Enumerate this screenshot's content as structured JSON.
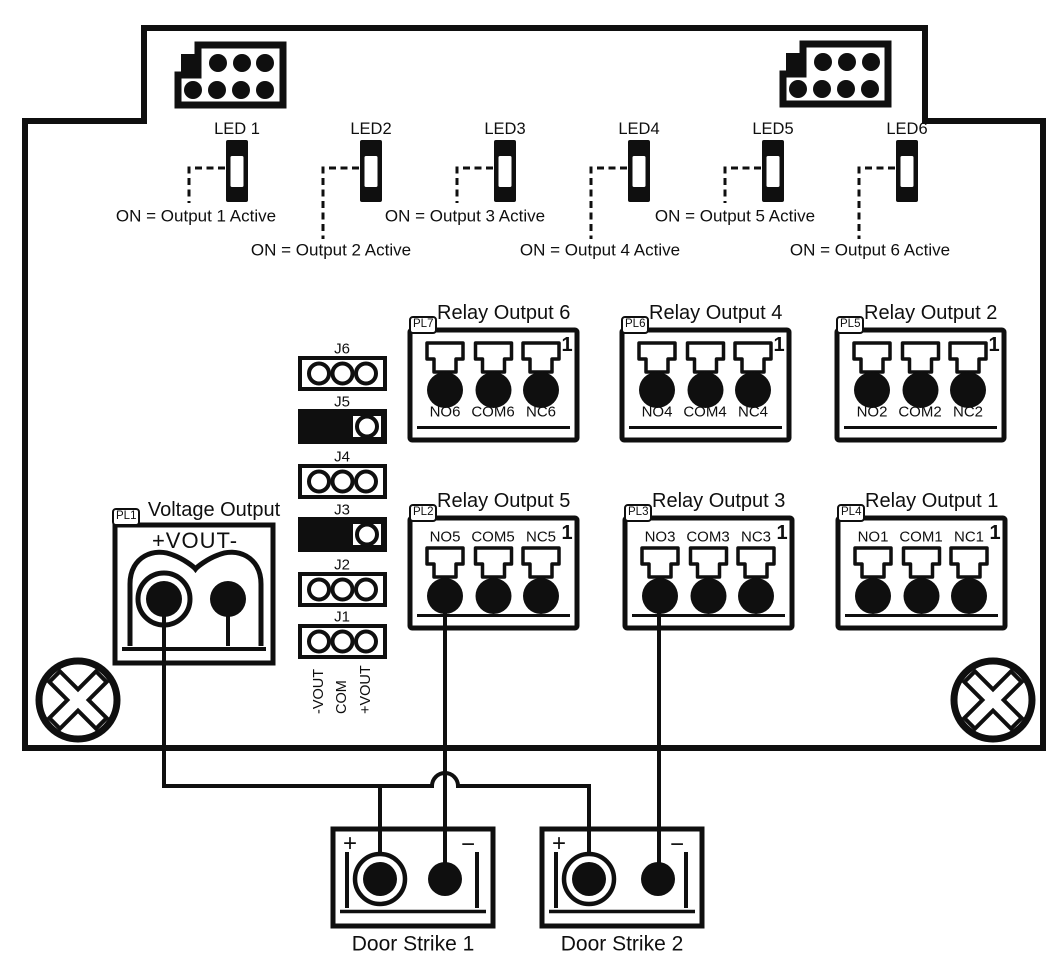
{
  "board": {
    "connectors": [
      {
        "name": "left-header",
        "pins": 7
      },
      {
        "name": "right-header",
        "pins": 7
      }
    ],
    "leds": [
      {
        "label": "LED 1",
        "note": "ON = Output 1 Active"
      },
      {
        "label": "LED2",
        "note": "ON = Output 2 Active"
      },
      {
        "label": "LED3",
        "note": "ON = Output 3 Active"
      },
      {
        "label": "LED4",
        "note": "ON = Output 4 Active"
      },
      {
        "label": "LED5",
        "note": "ON = Output 5 Active"
      },
      {
        "label": "LED6",
        "note": "ON = Output 6 Active"
      }
    ],
    "jumpers": [
      {
        "label": "J6",
        "state": "open"
      },
      {
        "label": "J5",
        "state": "jumper installed"
      },
      {
        "label": "J4",
        "state": "open"
      },
      {
        "label": "J3",
        "state": "jumper installed"
      },
      {
        "label": "J2",
        "state": "open"
      },
      {
        "label": "J1",
        "state": "open"
      }
    ],
    "jumper_pin_labels": [
      "-VOUT",
      "COM",
      "+VOUT"
    ],
    "voltage_output": {
      "pl": "PL1",
      "title": "Voltage Output",
      "terminals": "+VOUT-"
    },
    "relays": [
      {
        "pl": "PL7",
        "title": "Relay Output 6",
        "terminals": [
          "NO6",
          "COM6",
          "NC6"
        ],
        "pin1": "1"
      },
      {
        "pl": "PL6",
        "title": "Relay Output 4",
        "terminals": [
          "NO4",
          "COM4",
          "NC4"
        ],
        "pin1": "1"
      },
      {
        "pl": "PL5",
        "title": "Relay Output 2",
        "terminals": [
          "NO2",
          "COM2",
          "NC2"
        ],
        "pin1": "1"
      },
      {
        "pl": "PL2",
        "title": "Relay Output 5",
        "terminals": [
          "NO5",
          "COM5",
          "NC5"
        ],
        "pin1": "1"
      },
      {
        "pl": "PL3",
        "title": "Relay Output 3",
        "terminals": [
          "NO3",
          "COM3",
          "NC3"
        ],
        "pin1": "1"
      },
      {
        "pl": "PL4",
        "title": "Relay Output 1",
        "terminals": [
          "NO1",
          "COM1",
          "NC1"
        ],
        "pin1": "1"
      }
    ],
    "door_strikes": [
      {
        "label": "Door Strike 1",
        "plus": "+",
        "minus": "−"
      },
      {
        "label": "Door Strike 2",
        "plus": "+",
        "minus": "−"
      }
    ],
    "wiring": [
      "+VOUT → Door Strike 1 (+)",
      "+VOUT → Door Strike 2 (+)",
      "NO5 → Door Strike 1 (−)",
      "NO3 → Door Strike 2 (−)"
    ]
  }
}
